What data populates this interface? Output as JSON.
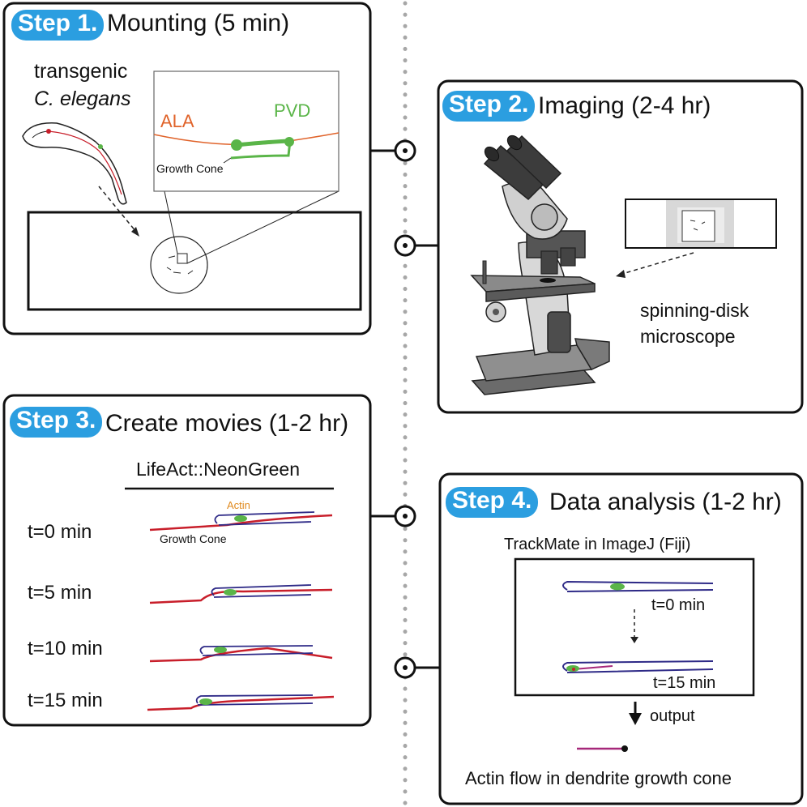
{
  "step1": {
    "badge": "Step 1.",
    "title": "Mounting (5 min)",
    "organism_line1": "transgenic",
    "organism_line2": "C. elegans",
    "neuron_ala": "ALA",
    "neuron_pvd": "PVD",
    "growth_cone": "Growth Cone"
  },
  "step2": {
    "badge": "Step 2.",
    "title": "Imaging (2-4 hr)",
    "microscope_line1": "spinning-disk",
    "microscope_line2": "microscope"
  },
  "step3": {
    "badge": "Step 3.",
    "title": "Create movies (1-2 hr)",
    "column_header": "LifeAct::NeonGreen",
    "actin_label": "Actin",
    "growth_cone": "Growth Cone",
    "timepoints": [
      "t=0 min",
      "t=5 min",
      "t=10 min",
      "t=15 min"
    ]
  },
  "step4": {
    "badge": "Step 4.",
    "title": "Data analysis (1-2 hr)",
    "software": "TrackMate in ImageJ (Fiji)",
    "t_start": "t=0 min",
    "t_end": "t=15 min",
    "output_label": "output",
    "result": "Actin flow in dendrite growth cone"
  },
  "colors": {
    "badge": "#2b9ee0",
    "ala": "#e0632a",
    "pvd": "#5ab548",
    "dendrite": "#2e2a87",
    "axon": "#c81e2a",
    "actin": "#e08a1e",
    "track": "#a6287a"
  },
  "icons": [
    "worm-icon",
    "slide-icon",
    "microscope-icon",
    "arrow-down-icon"
  ]
}
